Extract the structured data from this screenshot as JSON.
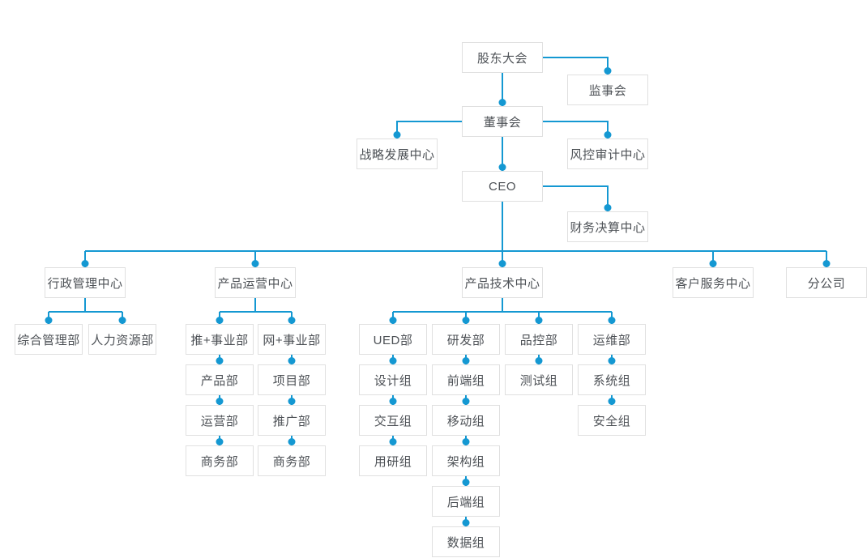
{
  "diagram": {
    "type": "org-chart",
    "accent_color": "#1498d2",
    "box_border_color": "#e0e0e0",
    "box_background": "#ffffff",
    "text_color": "#4d5156",
    "nodes": [
      {
        "id": "shareholders",
        "label": "股东大会",
        "parent": null
      },
      {
        "id": "supervisory",
        "label": "监事会",
        "parent": "shareholders"
      },
      {
        "id": "board",
        "label": "董事会",
        "parent": "shareholders"
      },
      {
        "id": "strategy",
        "label": "战略发展中心",
        "parent": "board"
      },
      {
        "id": "risk",
        "label": "风控审计中心",
        "parent": "board"
      },
      {
        "id": "ceo",
        "label": "CEO",
        "parent": "board"
      },
      {
        "id": "finance",
        "label": "财务决算中心",
        "parent": "ceo"
      },
      {
        "id": "admin",
        "label": "行政管理中心",
        "parent": "ceo"
      },
      {
        "id": "product-ops",
        "label": "产品运营中心",
        "parent": "ceo"
      },
      {
        "id": "product-tech",
        "label": "产品技术中心",
        "parent": "ceo"
      },
      {
        "id": "customer-service",
        "label": "客户服务中心",
        "parent": "ceo"
      },
      {
        "id": "branch",
        "label": "分公司",
        "parent": "ceo"
      },
      {
        "id": "general-mgmt",
        "label": "综合管理部",
        "parent": "admin"
      },
      {
        "id": "hr",
        "label": "人力资源部",
        "parent": "admin"
      },
      {
        "id": "tui-bu",
        "label": "推+事业部",
        "parent": "product-ops"
      },
      {
        "id": "product-dept",
        "label": "产品部",
        "parent": "tui-bu"
      },
      {
        "id": "ops-dept",
        "label": "运营部",
        "parent": "product-dept"
      },
      {
        "id": "biz-dept-1",
        "label": "商务部",
        "parent": "ops-dept"
      },
      {
        "id": "wang-bu",
        "label": "网+事业部",
        "parent": "product-ops"
      },
      {
        "id": "project-dept",
        "label": "项目部",
        "parent": "wang-bu"
      },
      {
        "id": "promo-dept",
        "label": "推广部",
        "parent": "project-dept"
      },
      {
        "id": "biz-dept-2",
        "label": "商务部",
        "parent": "promo-dept"
      },
      {
        "id": "ued",
        "label": "UED部",
        "parent": "product-tech"
      },
      {
        "id": "design",
        "label": "设计组",
        "parent": "ued"
      },
      {
        "id": "interaction",
        "label": "交互组",
        "parent": "design"
      },
      {
        "id": "user-research",
        "label": "用研组",
        "parent": "interaction"
      },
      {
        "id": "rnd",
        "label": "研发部",
        "parent": "product-tech"
      },
      {
        "id": "frontend",
        "label": "前端组",
        "parent": "rnd"
      },
      {
        "id": "mobile",
        "label": "移动组",
        "parent": "frontend"
      },
      {
        "id": "architecture",
        "label": "架构组",
        "parent": "mobile"
      },
      {
        "id": "backend",
        "label": "后端组",
        "parent": "architecture"
      },
      {
        "id": "data",
        "label": "数据组",
        "parent": "backend"
      },
      {
        "id": "qa",
        "label": "品控部",
        "parent": "product-tech"
      },
      {
        "id": "testing",
        "label": "测试组",
        "parent": "qa"
      },
      {
        "id": "devops",
        "label": "运维部",
        "parent": "product-tech"
      },
      {
        "id": "system",
        "label": "系统组",
        "parent": "devops"
      },
      {
        "id": "security",
        "label": "安全组",
        "parent": "devops"
      }
    ]
  }
}
